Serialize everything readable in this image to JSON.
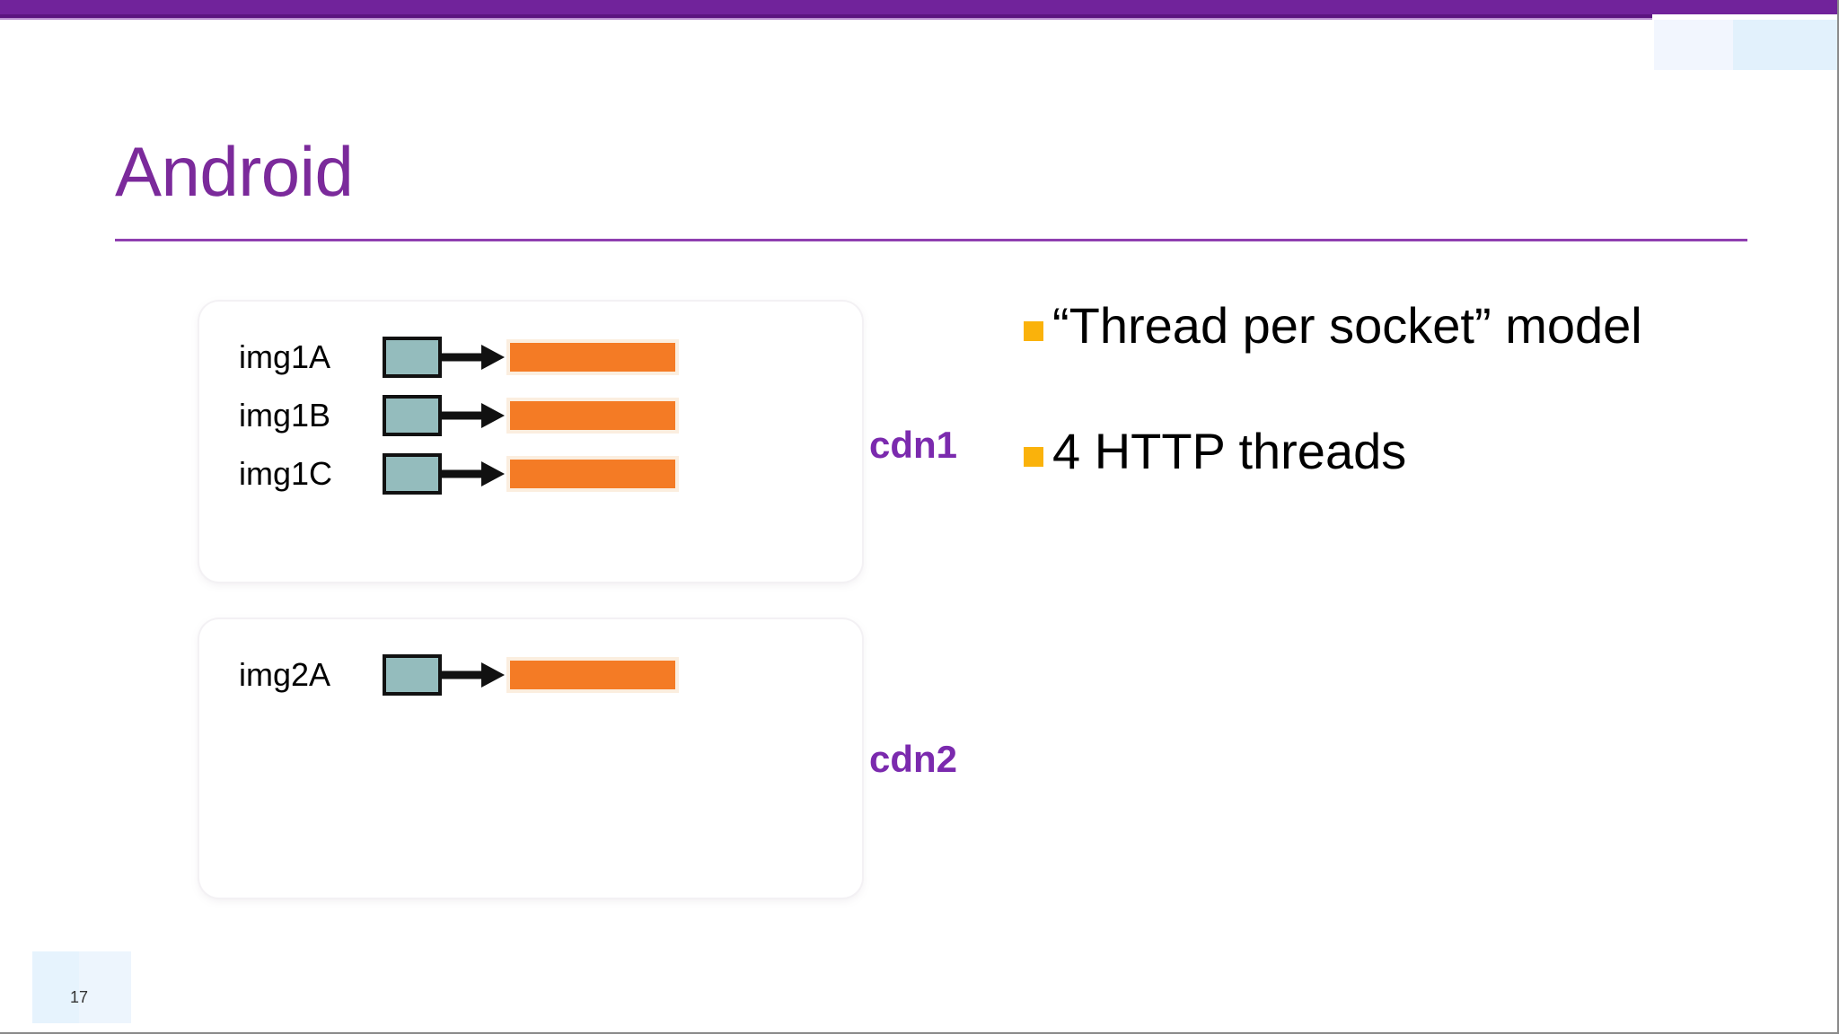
{
  "slide": {
    "title": "Android",
    "page_number": "17",
    "accent_color": "#7B2A9B",
    "topbar_color": "#71239B",
    "bullet_marker_color": "#FAB20B",
    "thread_box_color": "#94BCBD",
    "socket_bar_color": "#F47B25",
    "cdn_label_color": "#7B2AAE"
  },
  "diagram": {
    "groups": [
      {
        "cdn_label": "cdn1",
        "rows": [
          {
            "label": "img1A",
            "thread_icon": "thread-box-icon",
            "arrow_icon": "arrow-right-icon",
            "socket_icon": "socket-bar-icon"
          },
          {
            "label": "img1B",
            "thread_icon": "thread-box-icon",
            "arrow_icon": "arrow-right-icon",
            "socket_icon": "socket-bar-icon"
          },
          {
            "label": "img1C",
            "thread_icon": "thread-box-icon",
            "arrow_icon": "arrow-right-icon",
            "socket_icon": "socket-bar-icon"
          }
        ]
      },
      {
        "cdn_label": "cdn2",
        "rows": [
          {
            "label": "img2A",
            "thread_icon": "thread-box-icon",
            "arrow_icon": "arrow-right-icon",
            "socket_icon": "socket-bar-icon"
          }
        ]
      }
    ]
  },
  "bullets": [
    {
      "text": "“Thread per socket” model"
    },
    {
      "text": "4 HTTP threads"
    }
  ]
}
